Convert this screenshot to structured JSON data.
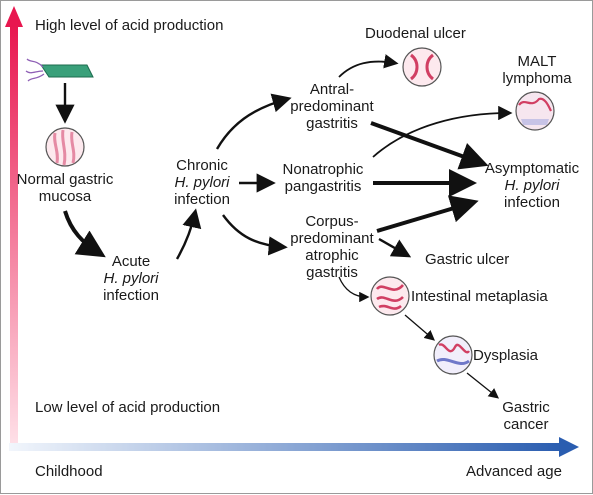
{
  "axes": {
    "high_acid": "High level of acid production",
    "low_acid": "Low level of acid production",
    "childhood": "Childhood",
    "advanced_age": "Advanced age"
  },
  "nodes": {
    "normal": {
      "line1": "Normal gastric",
      "line2": "mucosa"
    },
    "acute": {
      "line1": "Acute",
      "line2": "H. pylori",
      "line3": "infection"
    },
    "chronic": {
      "line1": "Chronic",
      "line2": "H. pylori",
      "line3": "infection"
    },
    "antral": {
      "line1": "Antral-",
      "line2": "predominant",
      "line3": "gastritis"
    },
    "nonatrophic": {
      "line1": "Nonatrophic",
      "line2": "pangastritis"
    },
    "corpus": {
      "line1": "Corpus-",
      "line2": "predominant",
      "line3": "atrophic",
      "line4": "gastritis"
    },
    "duodenal": {
      "label": "Duodenal ulcer"
    },
    "malt": {
      "line1": "MALT",
      "line2": "lymphoma"
    },
    "asymptomatic": {
      "line1": "Asymptomatic",
      "line2": "H. pylori",
      "line3": "infection"
    },
    "gastric_ulcer": {
      "label": "Gastric ulcer"
    },
    "metaplasia": {
      "label": "Intestinal metaplasia"
    },
    "dysplasia": {
      "label": "Dysplasia"
    },
    "cancer": {
      "line1": "Gastric",
      "line2": "cancer"
    }
  },
  "colors": {
    "high_acid_gradient_top": "#e8174f",
    "high_acid_gradient_bottom": "#ffe3ea",
    "age_gradient_left": "#f2f6fc",
    "age_gradient_right": "#2a5db0",
    "arrow": "#111111",
    "bacterium": "#3aa07a",
    "tissue_pink": "#f2b4c4",
    "tissue_lilac": "#c7c3e6"
  },
  "icons": {
    "bacterium": "helicobacter-bacterium-icon",
    "normal_mucosa": "normal-mucosa-circle-icon",
    "duodenal_ulcer": "duodenal-ulcer-circle-icon",
    "malt": "malt-lymphoma-circle-icon",
    "metaplasia": "intestinal-metaplasia-circle-icon",
    "dysplasia": "dysplasia-circle-icon"
  }
}
